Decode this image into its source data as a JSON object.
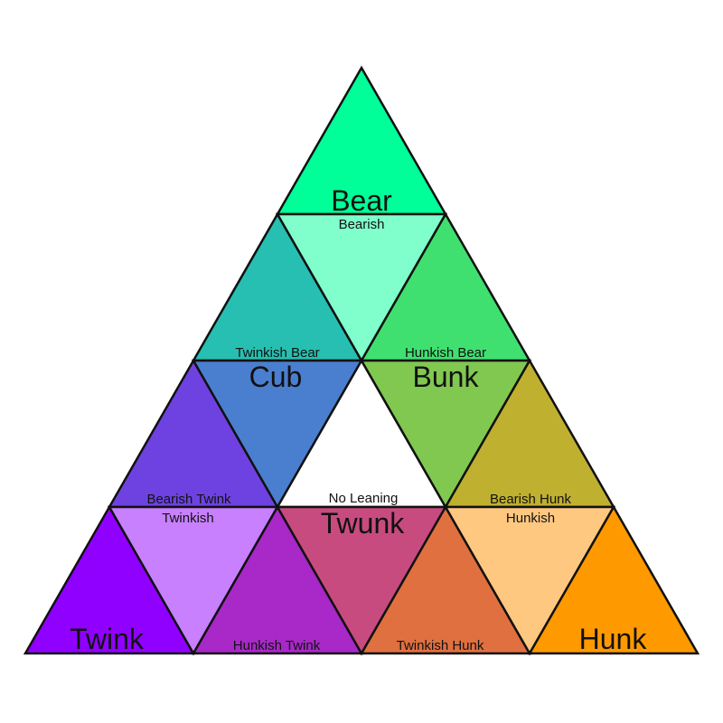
{
  "regions": [
    {
      "key": "bear",
      "label": "Bear",
      "color": "#00FF99"
    },
    {
      "key": "bearish",
      "label": "Bearish",
      "color": "#80FFCC"
    },
    {
      "key": "twinkish_bear",
      "label": "Twinkish Bear",
      "color": "#27BFB1"
    },
    {
      "key": "hunkish_bear",
      "label": "Hunkish Bear",
      "color": "#40E070"
    },
    {
      "key": "cub",
      "label": "Cub",
      "color": "#4A7FCF"
    },
    {
      "key": "bunk",
      "label": "Bunk",
      "color": "#80C850"
    },
    {
      "key": "no_leaning",
      "label": "No Leaning",
      "color": "#FFFFFF"
    },
    {
      "key": "bearish_twink",
      "label": "Bearish Twink",
      "color": "#6E42E0"
    },
    {
      "key": "bearish_hunk",
      "label": "Bearish Hunk",
      "color": "#BFB030"
    },
    {
      "key": "twink",
      "label": "Twink",
      "color": "#9000FF"
    },
    {
      "key": "twinkish",
      "label": "Twinkish",
      "color": "#C880FF"
    },
    {
      "key": "hunkish_twink",
      "label": "Hunkish Twink",
      "color": "#A828C8"
    },
    {
      "key": "twunk",
      "label": "Twunk",
      "color": "#C84B80"
    },
    {
      "key": "twinkish_hunk",
      "label": "Twinkish Hunk",
      "color": "#E07040"
    },
    {
      "key": "hunkish",
      "label": "Hunkish",
      "color": "#FFC880"
    },
    {
      "key": "hunk",
      "label": "Hunk",
      "color": "#FF9900"
    }
  ]
}
